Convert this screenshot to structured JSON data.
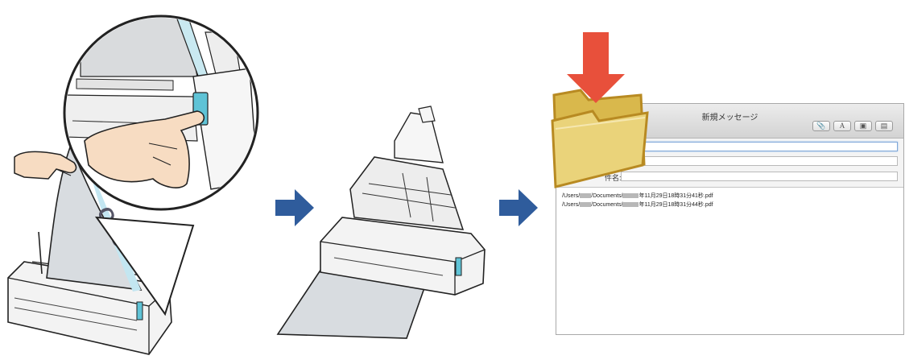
{
  "colors": {
    "step_arrow": "#2f5c9c",
    "drop_arrow": "#e8503b",
    "folder_fill": "#ead37a",
    "folder_outline": "#b88a22",
    "scanner_body": "#f2f2f2",
    "scanner_accent": "#5fc3d6"
  },
  "scene": {
    "step1_icon": "scanner-hand-press-icon",
    "step2_icon": "scanner-output-icon",
    "step3_icon": "mail-with-folder-icon"
  },
  "mail": {
    "window_title": "新規メッセージ",
    "field_label": "件名:",
    "toolbar": {
      "attach_icon": "paperclip-icon",
      "font_label": "A",
      "photo_icon": "photo-browser-icon",
      "template_icon": "stationery-icon"
    },
    "attachments": [
      {
        "prefix": "/Users/",
        "mid": "/Documents/",
        "suffix": "年11月29日18時31分41秒.pdf"
      },
      {
        "prefix": "/Users/",
        "mid": "/Documents/",
        "suffix": "年11月29日18時31分44秒.pdf"
      }
    ]
  }
}
